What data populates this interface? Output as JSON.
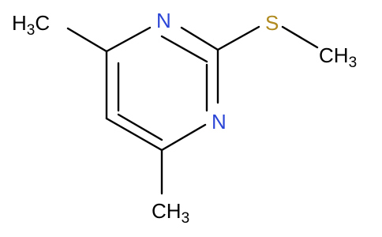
{
  "molecule": {
    "atoms": {
      "methyl_top_left": {
        "main": "H",
        "sub": "3",
        "tail": "C"
      },
      "nitrogen_top": {
        "main": "N"
      },
      "sulfur": {
        "main": "S"
      },
      "methyl_right": {
        "main": "CH",
        "sub": "3"
      },
      "nitrogen_right": {
        "main": "N"
      },
      "methyl_bottom": {
        "main": "CH",
        "sub": "3"
      }
    }
  },
  "colors": {
    "bond": "#000000",
    "nitrogen": "#2B45D6",
    "sulfur": "#B08A1E",
    "carbon_label": "#000000"
  }
}
